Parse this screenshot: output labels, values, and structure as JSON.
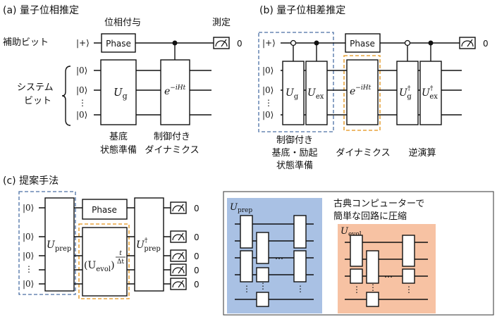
{
  "panel_a": {
    "title": "(a) 量子位相推定",
    "label_phase_assign": "位相付与",
    "label_measure": "測定",
    "label_ancilla": "補助ビット",
    "label_system_1": "システム",
    "label_system_2": "ビット",
    "ket_plus": "|+⟩",
    "ket_zero": "|0⟩",
    "vdots": "⋮",
    "phase_gate": "Phase",
    "ug": "U",
    "ug_sub": "g",
    "evol": "e",
    "evol_sup": "−iHt",
    "output": "0",
    "caption1_l1": "基底",
    "caption1_l2": "状態準備",
    "caption2_l1": "制御付き",
    "caption2_l2": "ダイナミクス"
  },
  "panel_b": {
    "title": "(b) 量子位相差推定",
    "ket_plus": "|+⟩",
    "ket_zero": "|0⟩",
    "vdots": "⋮",
    "phase_gate": "Phase",
    "ug": "U",
    "ug_sub": "g",
    "uex": "U",
    "uex_sub": "ex",
    "evol": "e",
    "evol_sup": "−iHt",
    "ug_dag": "U",
    "ug_dag_sub": "g",
    "dag": "†",
    "uex_dag": "U",
    "uex_dag_sub": "ex",
    "output": "0",
    "caption1_l1": "制御付き",
    "caption1_l2": "基底・励起",
    "caption1_l3": "状態準備",
    "caption2": "ダイナミクス",
    "caption3": "逆演算"
  },
  "panel_c": {
    "title": "(c) 提案手法",
    "ket_zero": "|0⟩",
    "vdots": "⋮",
    "uprep": "U",
    "uprep_sub": "prep",
    "phase_gate": "Phase",
    "uevol_open": "(U",
    "uevol_sub": "evol",
    "uevol_close": ")",
    "power_num": "t",
    "power_den": "Δt",
    "uprep_dag": "U",
    "uprep_dag_sub": "prep",
    "dag": "†",
    "output": "0",
    "inset_title_l1": "古典コンピューターで",
    "inset_title_l2": "簡単な回路に圧縮",
    "inset_uprep": "U",
    "inset_uprep_sub": "prep",
    "inset_uevol": "U",
    "inset_uevol_sub": "evol",
    "dots": "⋯"
  },
  "colors": {
    "blue_fill": "#a9c1e4",
    "orange_fill": "#f7c2a3",
    "blue_dash": "#4a6fa5",
    "orange_dash": "#e8a33c"
  }
}
